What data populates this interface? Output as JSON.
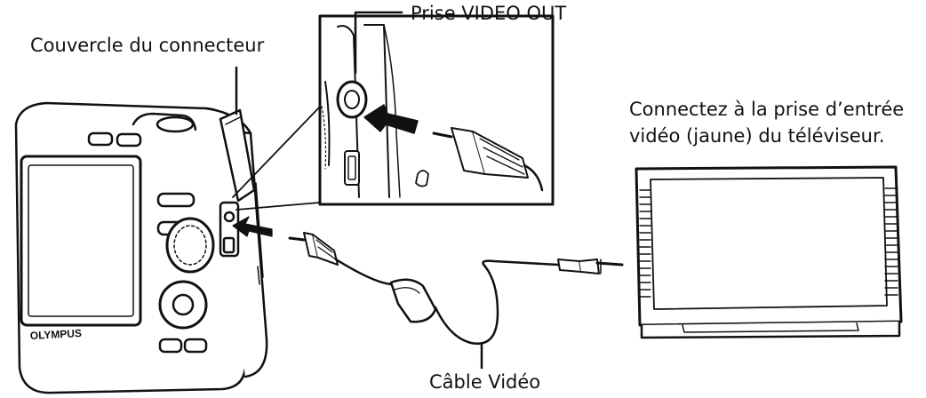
{
  "labels": {
    "connector_cover": "Couvercle du connecteur",
    "video_out_jack": "Prise VIDEO OUT",
    "tv_instruction_line1": "Connectez à la prise d’entrée",
    "tv_instruction_line2": "vidéo (jaune) du téléviseur.",
    "video_cable": "Câble Vidéo"
  },
  "camera": {
    "brand": "OLYMPUS"
  },
  "colors": {
    "line": "#111111",
    "fill_light": "#ffffff",
    "shade": "#cfcfcf",
    "dark": "#1a1a1a"
  }
}
